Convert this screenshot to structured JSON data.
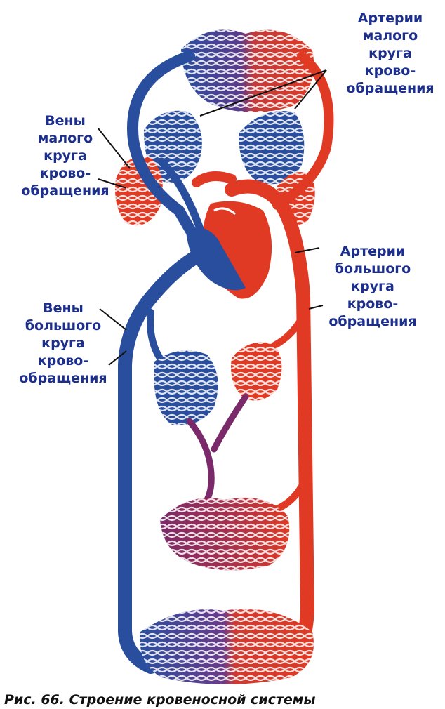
{
  "labels": {
    "pulmonary_arteries": [
      "Артерии",
      "малого",
      "круга",
      "крово-",
      "обращения"
    ],
    "pulmonary_veins": [
      "Вены",
      "малого",
      "круга",
      "крово-",
      "обращения"
    ],
    "systemic_arteries": [
      "Артерии",
      "большого",
      "круга",
      "крово-",
      "обращения"
    ],
    "systemic_veins": [
      "Вены",
      "большого",
      "круга",
      "крово-",
      "обращения"
    ]
  },
  "caption": "Рис. 66. Строение кровеносной системы",
  "colors": {
    "venous_blue": "#2a4e9e",
    "arterial_red": "#e03a24",
    "mixed_purple": "#7a2a6a",
    "label_text": "#1d2f8c",
    "leader_line": "#111111"
  }
}
